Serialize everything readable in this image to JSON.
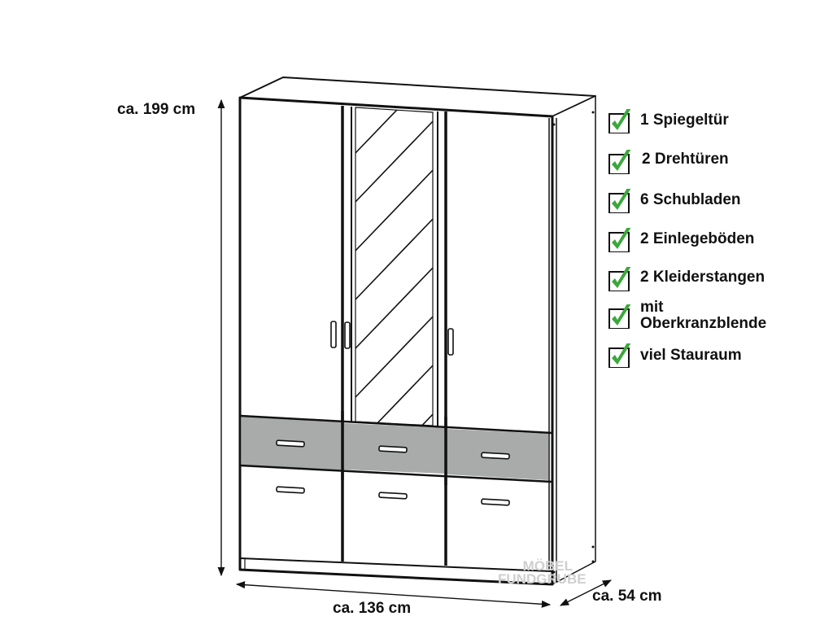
{
  "dimensions": {
    "height": "ca. 199 cm",
    "width": "ca. 136 cm",
    "depth": "ca. 54 cm"
  },
  "features": [
    {
      "label": "1 Spiegeltür",
      "icon": "checkbox-checked-icon"
    },
    {
      "label": "2 Drehtüren",
      "icon": "checkbox-checked-icon"
    },
    {
      "label": "6 Schubladen",
      "icon": "checkbox-checked-icon"
    },
    {
      "label": "2 Einlegeböden",
      "icon": "checkbox-checked-icon"
    },
    {
      "label": "2 Kleiderstangen",
      "icon": "checkbox-checked-icon"
    },
    {
      "label_line1": "mit",
      "label_line2": "Oberkranzblende",
      "icon": "checkbox-checked-icon"
    },
    {
      "label": "viel Stauraum",
      "icon": "checkbox-checked-icon"
    }
  ],
  "watermark": {
    "line1": "MÖBEL",
    "line2": "FUNDGRUBE"
  },
  "colors": {
    "check_green": "#3aa83a",
    "drawer_gray": "#a9abab",
    "line": "#111111"
  }
}
